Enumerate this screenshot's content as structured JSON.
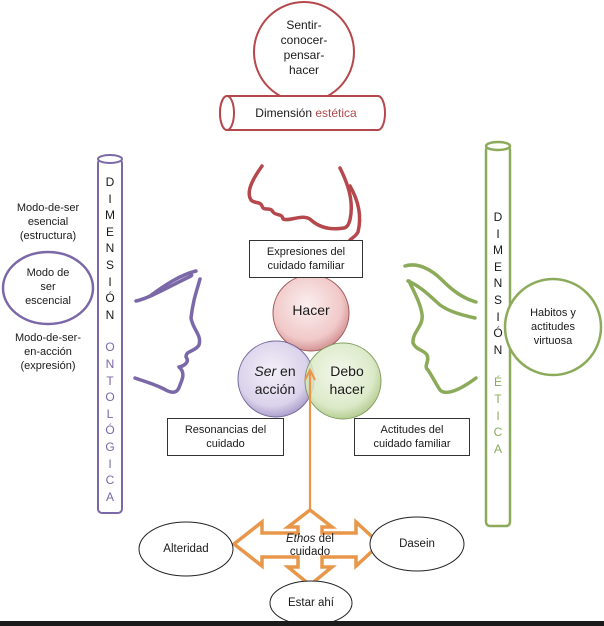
{
  "colors": {
    "estetica": "#b5484c",
    "ontologica": "#7b68a8",
    "etica": "#8cab5a",
    "ethos": "#e8974a",
    "text": "#1a1a1a"
  },
  "top": {
    "circle_text": [
      "Sentir-",
      "conocer-",
      "pensar-",
      "hacer"
    ],
    "dimension_prefix": "Dimensión",
    "dimension_accent": "estética"
  },
  "left": {
    "label_top": [
      "Modo-de-ser",
      "esencial",
      "(estructura)"
    ],
    "ellipse_text": [
      "Modo de",
      "ser",
      "escencial"
    ],
    "label_bottom": [
      "Modo-de-ser-",
      "en-acción",
      "(expresión)"
    ],
    "pillar_word1": [
      "D",
      "I",
      "M",
      "E",
      "N",
      "S",
      "I",
      "Ó",
      "N"
    ],
    "pillar_word2": [
      "O",
      "N",
      "T",
      "O",
      "L",
      "Ó",
      "G",
      "I",
      "C",
      "A"
    ]
  },
  "right": {
    "circle_text": [
      "Habitos y",
      "actitudes",
      "virtuosa"
    ],
    "pillar_word1": [
      "D",
      "I",
      "M",
      "E",
      "N",
      "S",
      "I",
      "Ó",
      "N"
    ],
    "pillar_word2": [
      "É",
      "T",
      "I",
      "C",
      "A"
    ]
  },
  "center": {
    "expresiones": [
      "Expresiones del",
      "cuidado familiar"
    ],
    "hacer": "Hacer",
    "ser_italic": "Ser",
    "ser_rest": " en",
    "ser_line2": "acción",
    "debo": [
      "Debo",
      "hacer"
    ],
    "resonancias": [
      "Resonancias del",
      "cuidado"
    ],
    "actitudes": [
      "Actitudes del",
      "cuidado familiar"
    ]
  },
  "bottom": {
    "ethos_italic": "Ethos",
    "ethos_rest": " del",
    "ethos_line2": "cuidado",
    "alteridad": "Alteridad",
    "dasein": "Dasein",
    "estar": "Estar ahí"
  }
}
